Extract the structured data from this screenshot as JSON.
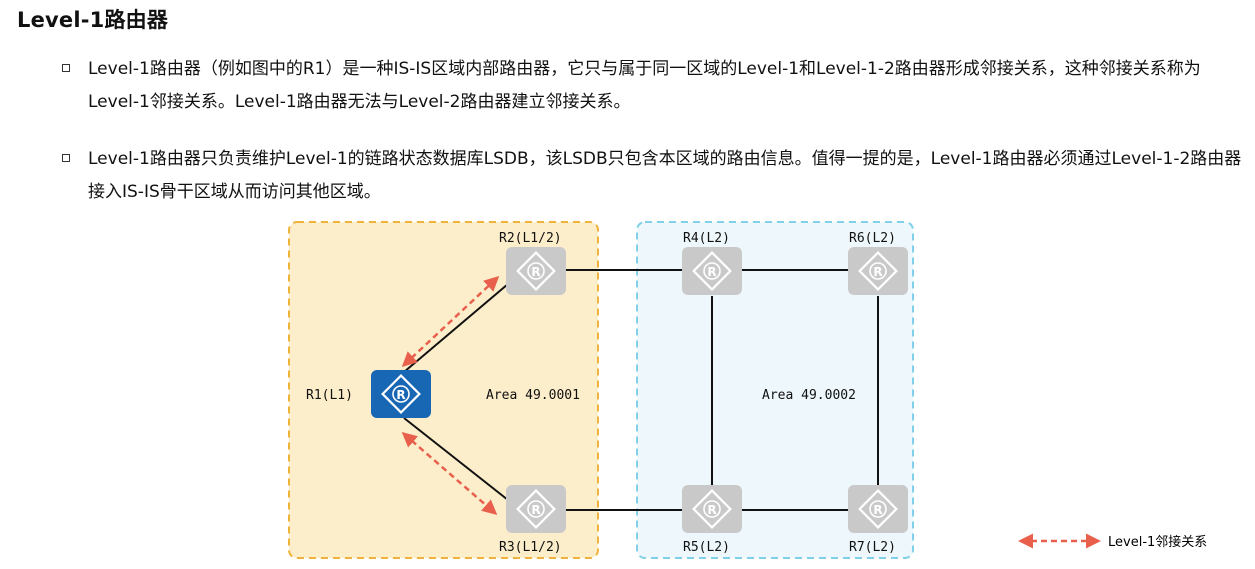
{
  "title": "Level-1路由器",
  "bullets": [
    "Level-1路由器（例如图中的R1）是一种IS-IS区域内部路由器，它只与属于同一区域的Level-1和Level-1-2路由器形成邻接关系，这种邻接关系称为Level-1邻接关系。Level-1路由器无法与Level-2路由器建立邻接关系。",
    "Level-1路由器只负责维护Level-1的链路状态数据库LSDB，该LSDB只包含本区域的路由信息。值得一提的是，Level-1路由器必须通过Level-1-2路由器接入IS-IS骨干区域从而访问其他区域。"
  ],
  "diagram": {
    "areas": [
      {
        "label": "Area 49.0001",
        "color": "#f0b33a",
        "fill": "#fdeecb"
      },
      {
        "label": "Area 49.0002",
        "color": "#7fd0e8",
        "fill": "#eef8fc"
      }
    ],
    "routers": {
      "r1": {
        "label": "R1(L1)",
        "color": "#1867b5"
      },
      "r2": {
        "label": "R2(L1/2)",
        "color": "#c9c9c9"
      },
      "r3": {
        "label": "R3(L1/2)",
        "color": "#c9c9c9"
      },
      "r4": {
        "label": "R4(L2)",
        "color": "#c9c9c9"
      },
      "r5": {
        "label": "R5(L2)",
        "color": "#c9c9c9"
      },
      "r6": {
        "label": "R6(L2)",
        "color": "#c9c9c9"
      },
      "r7": {
        "label": "R7(L2)",
        "color": "#c9c9c9"
      }
    },
    "adjacency_color": "#e8604c"
  },
  "legend": {
    "label": "Level-1邻接关系"
  }
}
